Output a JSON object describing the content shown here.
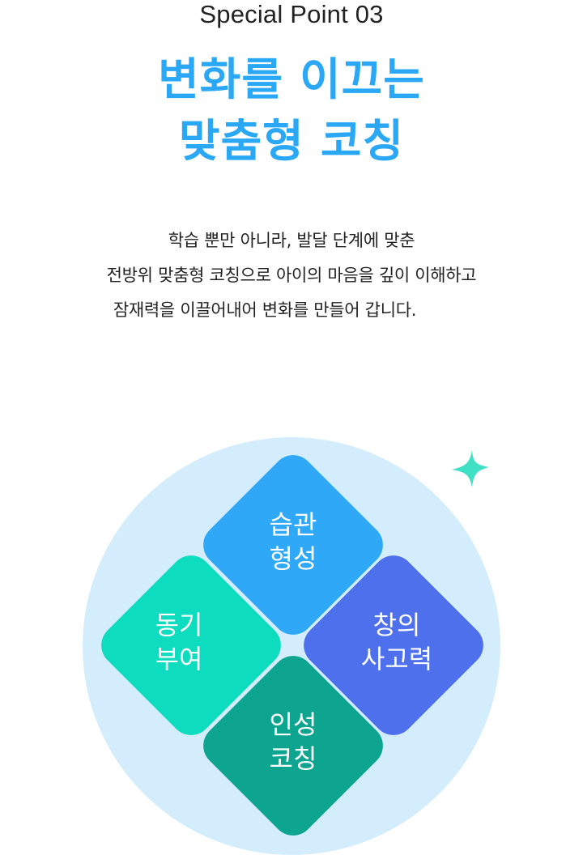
{
  "header": {
    "eyebrow": "Special Point 03",
    "headline_lines": [
      "변화를 이끄는",
      "맞춤형 코칭"
    ]
  },
  "description_lines": [
    "학습 뿐만 아니라, 발달 단계에 맞춘",
    "전방위 맞춤형 코칭으로 아이의 마음을 깊이 이해하고",
    "잠재력을 이끌어내어 변화를 만들어 갑니다."
  ],
  "diagram": {
    "top": {
      "lines": [
        "습관",
        "형성"
      ]
    },
    "left": {
      "lines": [
        "동기",
        "부여"
      ]
    },
    "right": {
      "lines": [
        "창의",
        "사고력"
      ]
    },
    "bottom": {
      "lines": [
        "인성",
        "코칭"
      ]
    }
  },
  "colors": {
    "headline": "#2aa8f5",
    "circle_bg": "#d4edfc",
    "top_diamond": "#30a8f8",
    "left_diamond": "#0ddcbe",
    "right_diamond": "#4f70ec",
    "bottom_diamond": "#0ea590",
    "star": "#3fe0c4"
  },
  "icons": {
    "sparkle": "four-point-star-icon"
  }
}
